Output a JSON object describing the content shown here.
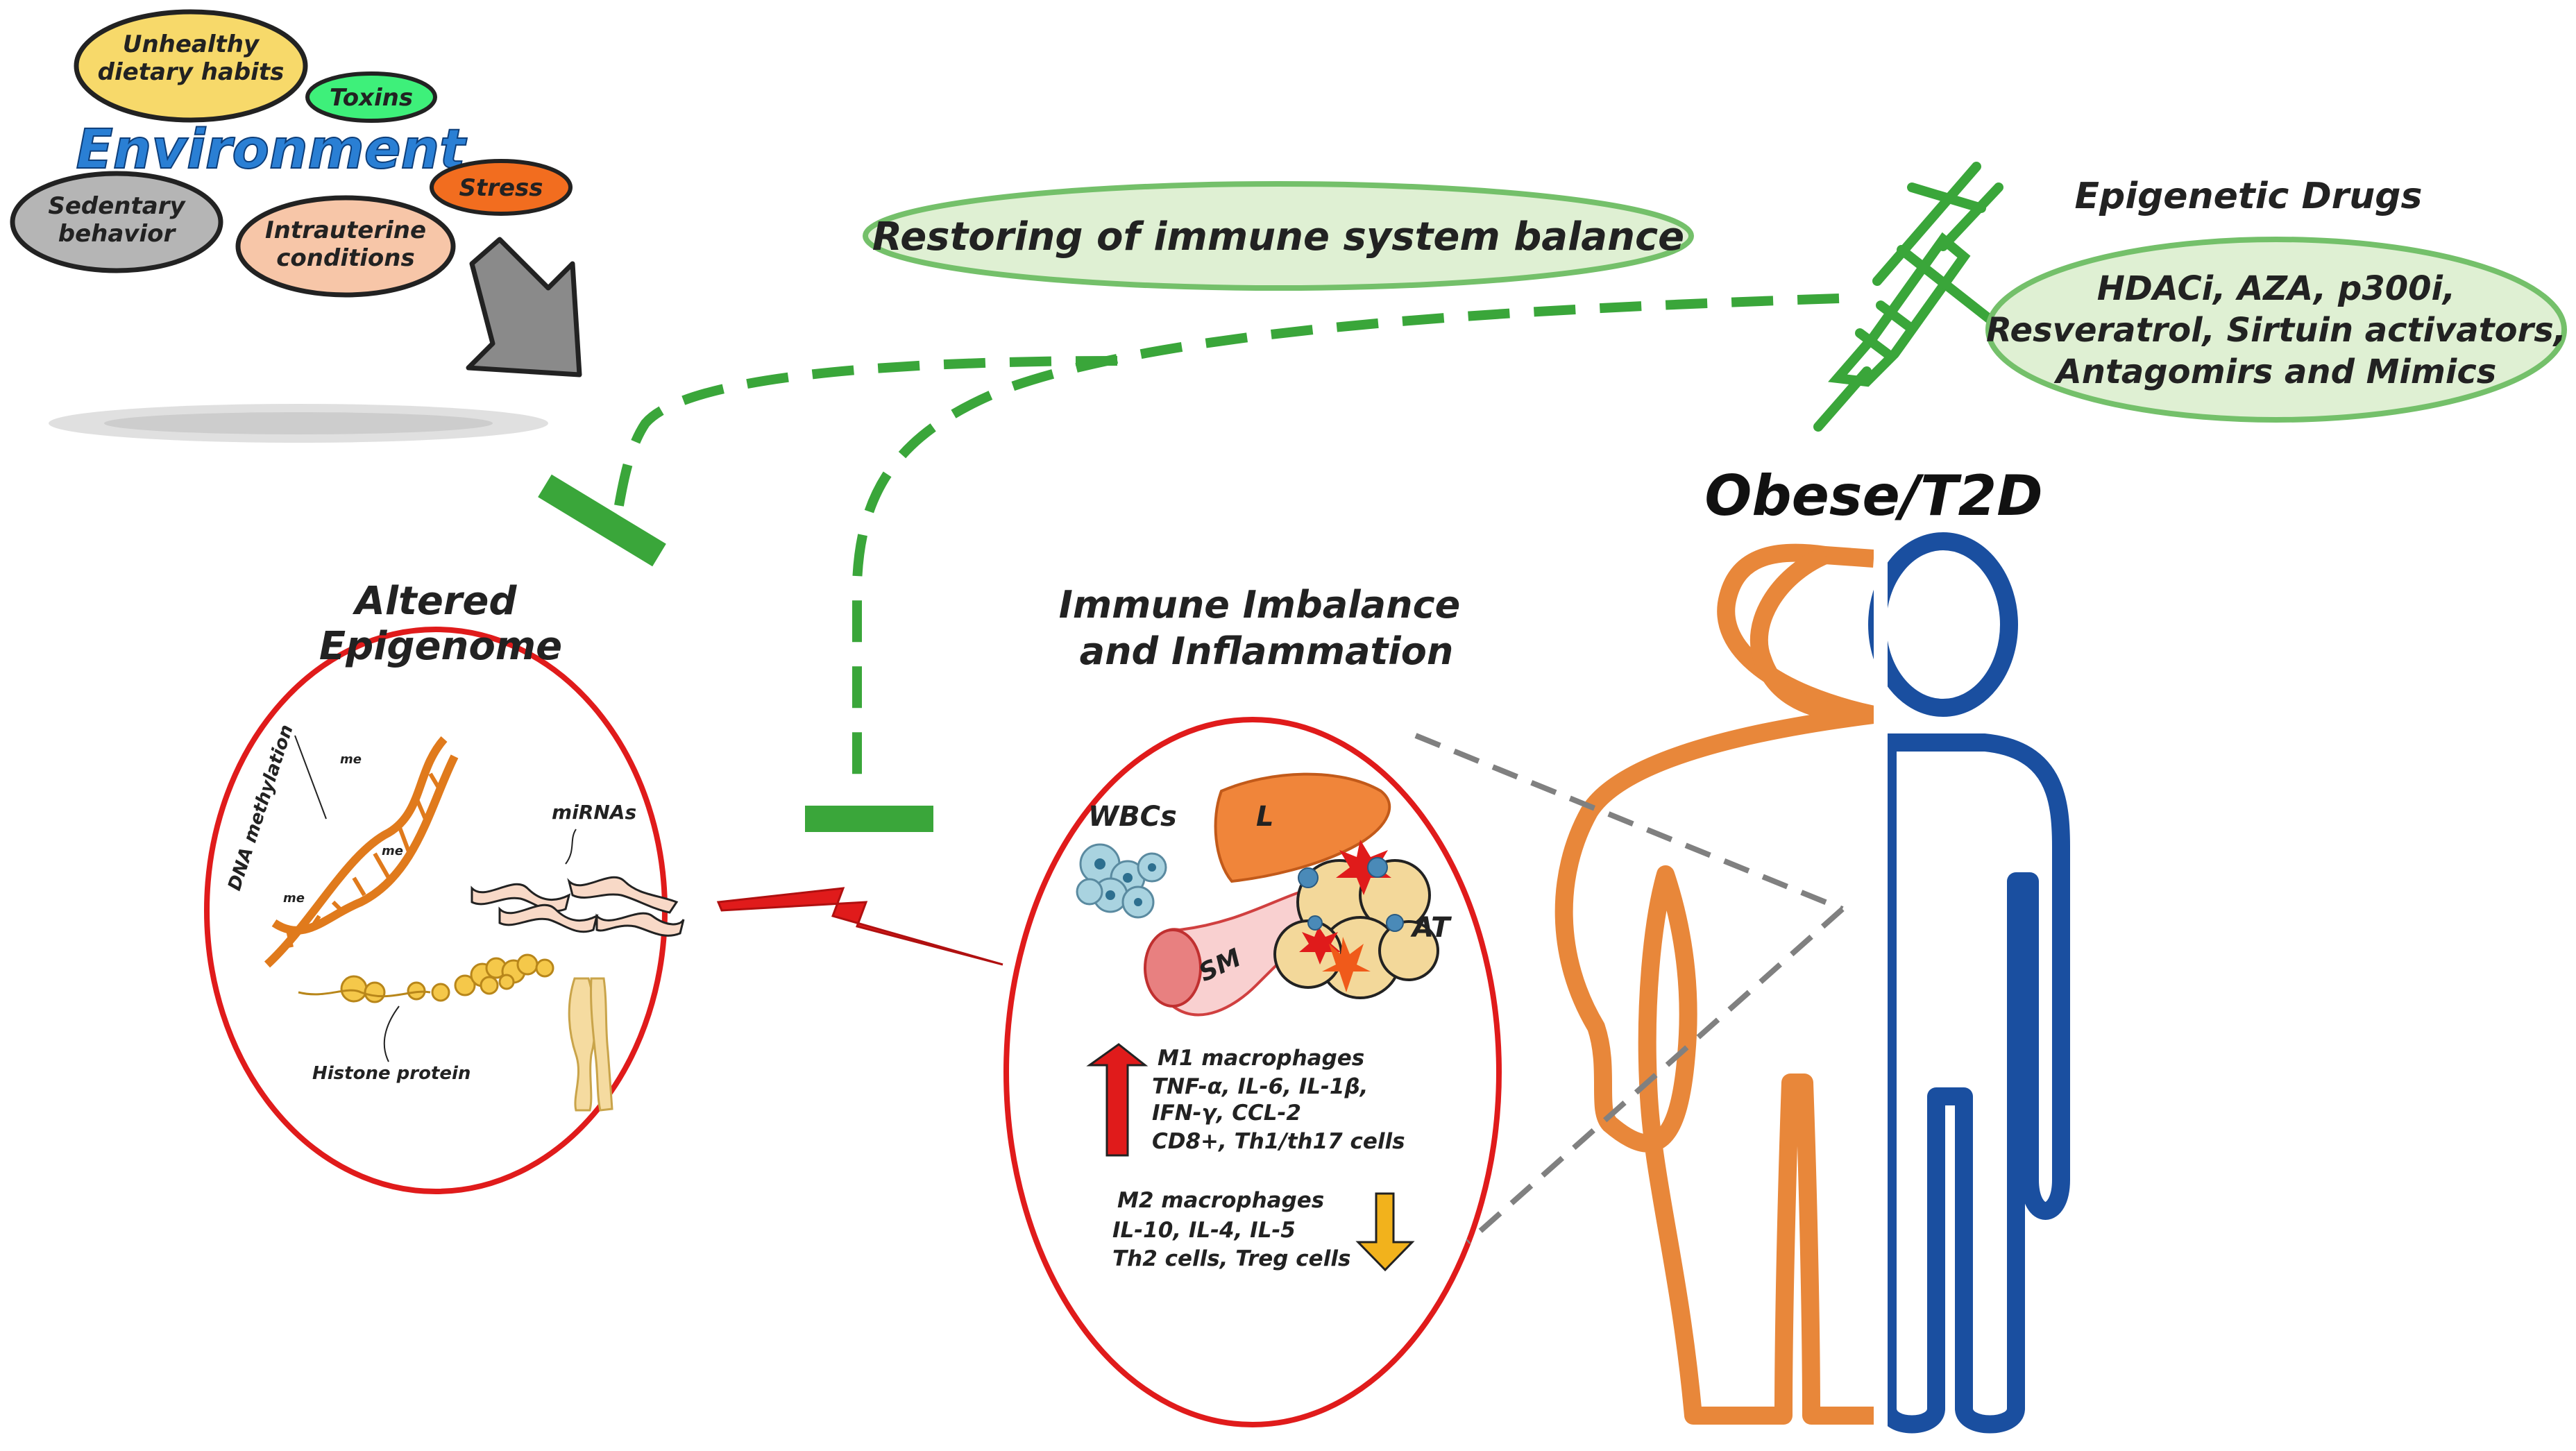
{
  "environment": {
    "title": "Environment",
    "factors": {
      "diet_line1": "Unhealthy",
      "diet_line2": "dietary habits",
      "toxins": "Toxins",
      "stress": "Stress",
      "sedentary_line1": "Sedentary",
      "sedentary_line2": "behavior",
      "intrauterine_line1": "Intrauterine",
      "intrauterine_line2": "conditions"
    },
    "colors": {
      "diet": "#f7d96a",
      "toxins": "#3ef07a",
      "stress": "#f26d1f",
      "sedentary": "#b5b5b5",
      "intrauterine": "#f7c6a8",
      "title": "#2a7fd4"
    }
  },
  "restoring_label": "Restoring of immune system balance",
  "drugs": {
    "title": "Epigenetic Drugs",
    "line1": "HDACi, AZA, p300i,",
    "line2": "Resveratrol, Sirtuin activators,",
    "line3": "Antagomirs and Mimics"
  },
  "obese_label": "Obese/T2D",
  "epigenome": {
    "title_line1": "Altered",
    "title_line2": "Epigenome",
    "dna_label": "DNA methylation",
    "me_label": "me",
    "mirna_label": "miRNAs",
    "histone_label": "Histone protein"
  },
  "immune": {
    "title_line1": "Immune Imbalance",
    "title_line2": "and Inflammation",
    "wbc_label": "WBCs",
    "liver_label": "L",
    "muscle_label": "SM",
    "adipose_label": "AT",
    "up_line1": "M1 macrophages",
    "up_line2": "TNF-α, IL-6, IL-1β,",
    "up_line3": "IFN-γ, CCL-2",
    "up_line4": "CD8+, Th1/th17 cells",
    "down_line1": "M2 macrophages",
    "down_line2": "IL-10, IL-4, IL-5",
    "down_line3": "Th2 cells, Treg cells"
  },
  "palette": {
    "green": "#3aa63a",
    "green_fill": "#dff0d3",
    "red": "#e01b1b",
    "orange_person": "#e8873a",
    "blue_person": "#1a4fa0",
    "dna": "#e07a1c"
  }
}
